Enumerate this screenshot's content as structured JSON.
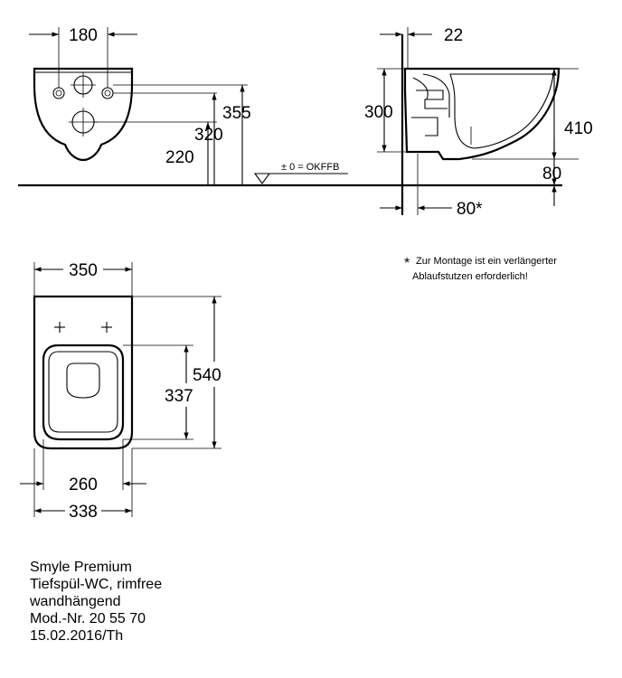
{
  "drawing": {
    "front_view": {
      "width": "180",
      "height_355": "355",
      "height_320": "320",
      "height_220": "220",
      "floor_reference": "± 0 = OKFFB"
    },
    "side_view": {
      "offset": "22",
      "height_300": "300",
      "height_410": "410",
      "height_80": "80",
      "depth": "80*"
    },
    "top_view": {
      "width_350": "350",
      "length_540": "540",
      "length_337": "337",
      "width_260": "260",
      "width_338": "338"
    },
    "footnote": {
      "marker": "*",
      "line1": "Zur Montage ist ein verlängerter",
      "line2": "Ablaufstutzen erforderlich!"
    }
  },
  "info": {
    "product": "Smyle Premium",
    "type": "Tiefspül-WC, rimfree",
    "mount": "wandhängend",
    "model": "Mod.-Nr. 20 55 70",
    "date": "15.02.2016/Th"
  }
}
